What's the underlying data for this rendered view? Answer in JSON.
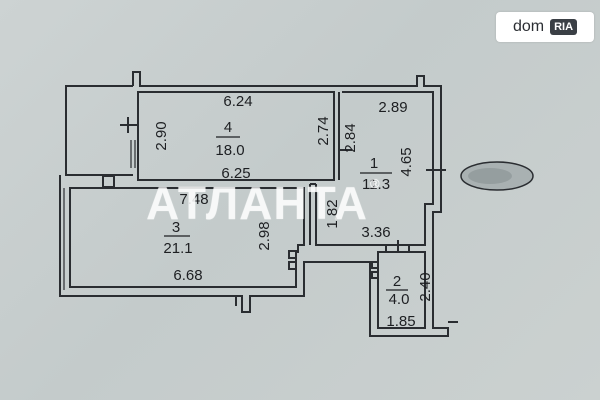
{
  "badge": {
    "text": "dom",
    "logo": "RIA"
  },
  "watermark": {
    "text": "АТЛАНТА",
    "mark": "®"
  },
  "rooms": [
    {
      "number": "4",
      "area": "18.0"
    },
    {
      "number": "1",
      "area": "11.3"
    },
    {
      "number": "3",
      "area": "21.1"
    },
    {
      "number": "2",
      "area": "4.0"
    }
  ],
  "dimensions": {
    "r4_top": "6.24",
    "r4_bottom": "6.25",
    "r4_left": "2.90",
    "r4_right": "2.74",
    "r1_left": "2.84",
    "r1_top": "2.89",
    "r1_right": "4.65",
    "r1_bottom_corr": "3.36",
    "corr_side": "1.82",
    "r3_top": "7.48",
    "r3_right": "2.98",
    "r3_bottom": "6.68",
    "r2_right": "2.40",
    "r2_bottom": "1.85"
  },
  "colors": {
    "wall": "#2a2d31",
    "background": "#c9cfcf"
  }
}
